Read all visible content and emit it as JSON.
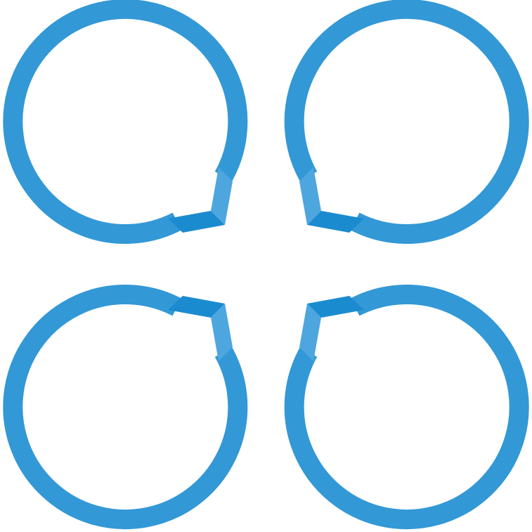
{
  "graphic": {
    "kind": "four speech-bubble rings, tails pointing to center",
    "colors": {
      "ring": "#3398d6",
      "tail_light": "#4ea6de",
      "tail_dark": "#1b8bd0",
      "background": "#ffffff"
    },
    "bubbles": [
      {
        "id": "top-left",
        "tail_direction": "bottom-right"
      },
      {
        "id": "top-right",
        "tail_direction": "bottom-left"
      },
      {
        "id": "bottom-left",
        "tail_direction": "top-right"
      },
      {
        "id": "bottom-right",
        "tail_direction": "top-left"
      }
    ]
  }
}
